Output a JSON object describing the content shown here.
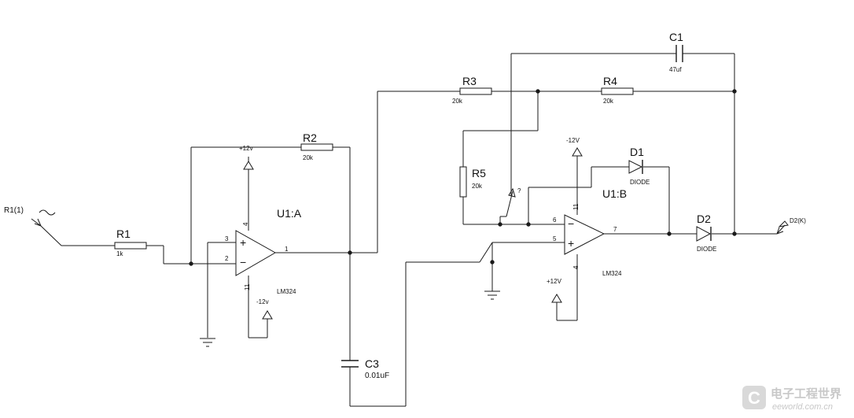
{
  "parts": {
    "r1": {
      "ref": "R1",
      "value": "1k"
    },
    "r2": {
      "ref": "R2",
      "value": "20k"
    },
    "r3": {
      "ref": "R3",
      "value": "20k"
    },
    "r4": {
      "ref": "R4",
      "value": "20k"
    },
    "r5": {
      "ref": "R5",
      "value": "20k"
    },
    "c1": {
      "ref": "C1",
      "value": "47uf"
    },
    "c3": {
      "ref": "C3",
      "value": "0.01uF"
    },
    "d1": {
      "ref": "D1",
      "value": "DIODE"
    },
    "d2": {
      "ref": "D2",
      "value": "DIODE"
    },
    "u1a": {
      "ref": "U1:A",
      "model": "LM324"
    },
    "u1b": {
      "ref": "U1:B",
      "model": "LM324"
    }
  },
  "terminals": {
    "input": "R1(1)",
    "output": "D2(K)"
  },
  "supplies": {
    "u1a_pos": "+12v",
    "u1a_neg": "-12v",
    "u1b_neg": "-12V",
    "u1b_pos": "+12V"
  },
  "pins": {
    "u1a": {
      "p3": "3",
      "p2": "2",
      "p1": "1",
      "p4": "4",
      "p11": "11"
    },
    "u1b": {
      "p6": "6",
      "p5": "5",
      "p7": "7",
      "p11": "11",
      "p4": "4"
    }
  },
  "opamp_signs": {
    "plus": "+",
    "minus": "−"
  },
  "potentiometer_mark": "?",
  "watermark": {
    "text_cn": "电子工程世界",
    "text_en": "eeworld.com.cn",
    "logo_letter": "C"
  }
}
